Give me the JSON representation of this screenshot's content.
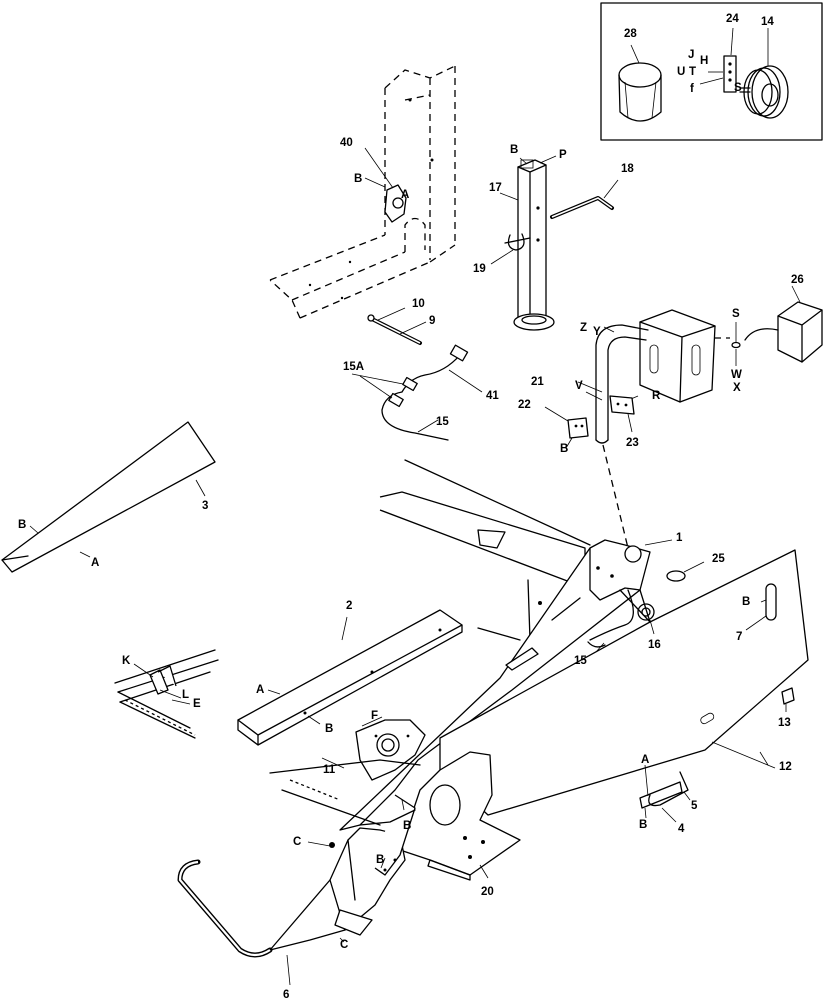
{
  "labels": {
    "l28": "28",
    "l24": "24",
    "l14": "14",
    "lJ": "J",
    "lH": "H",
    "lU": "U",
    "lT": "T",
    "lf": "f",
    "lS_inset": "S",
    "l40": "40",
    "lB40": "B",
    "lA40": "A",
    "lB17": "B",
    "lP": "P",
    "l17": "17",
    "l18": "18",
    "l19": "19",
    "l10": "10",
    "l9": "9",
    "l26": "26",
    "lS26": "S",
    "lW": "W",
    "lX": "X",
    "lZ": "Z",
    "lY": "Y",
    "l21": "21",
    "lV": "V",
    "l22": "22",
    "lR": "R",
    "lB22": "B",
    "l23": "23",
    "l15A": "15A",
    "l41": "41",
    "l15": "15",
    "lB3": "B",
    "l3": "3",
    "lA3": "A",
    "l1": "1",
    "l25": "25",
    "lB7": "B",
    "l7": "7",
    "l16": "16",
    "l15b": "15",
    "l2": "2",
    "lA2": "A",
    "lB2": "B",
    "lK": "K",
    "lL": "L",
    "lE": "E",
    "lF": "F",
    "l11": "11",
    "l13": "13",
    "l12": "12",
    "lA4": "A",
    "l5": "5",
    "lB4": "B",
    "l4": "4",
    "lB_r": "B",
    "lC": "C",
    "lB6": "B",
    "l20": "20",
    "lC2": "C",
    "l6": "6"
  }
}
